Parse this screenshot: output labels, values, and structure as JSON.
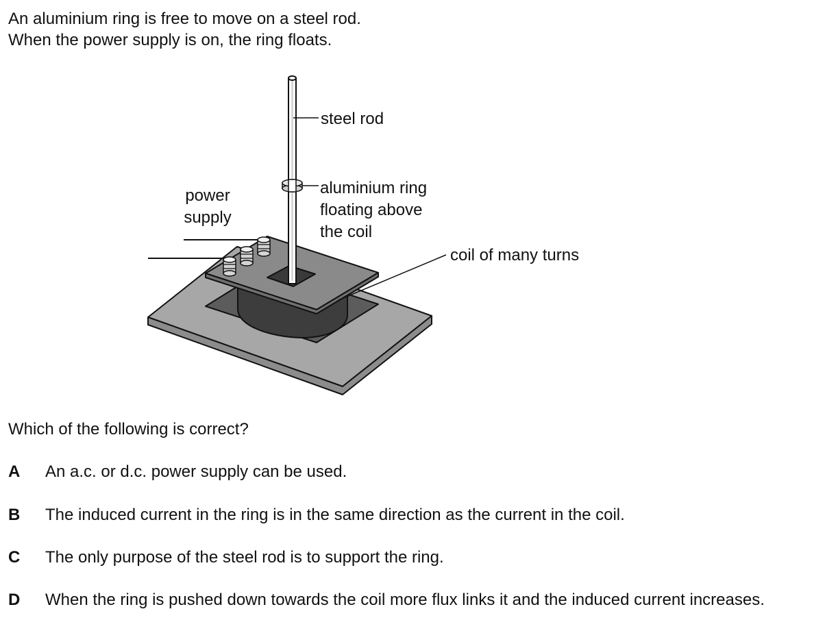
{
  "intro": {
    "line1": "An aluminium ring is free to move on a steel rod.",
    "line2": "When the power supply is on, the ring floats."
  },
  "figure": {
    "labels": {
      "steel_rod": "steel rod",
      "power_supply_line1": "power",
      "power_supply_line2": "supply",
      "ring_line1": "aluminium ring",
      "ring_line2": "floating above",
      "ring_line3": "the coil",
      "coil": "coil of many turns"
    }
  },
  "question": "Which of the following is correct?",
  "options": [
    {
      "letter": "A",
      "text": "An a.c. or d.c. power supply can be used."
    },
    {
      "letter": "B",
      "text": "The induced current in the ring is in the same direction as the current in the coil."
    },
    {
      "letter": "C",
      "text": "The only purpose of the steel rod is to support the ring."
    },
    {
      "letter": "D",
      "text": "When the ring is pushed down towards the coil more flux links it and the induced current increases."
    }
  ]
}
